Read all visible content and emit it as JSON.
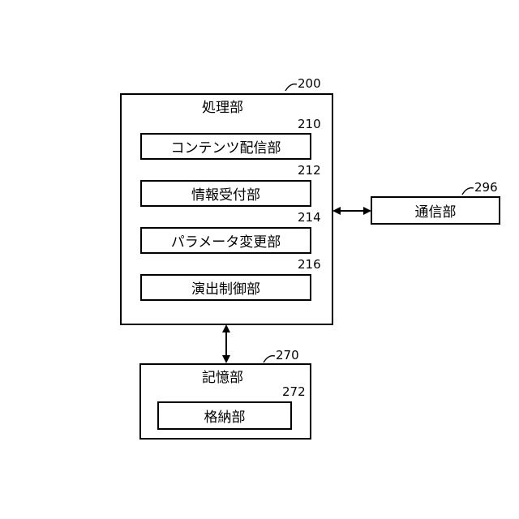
{
  "processing": {
    "title": "処理部",
    "ref": "200",
    "units": [
      {
        "label": "コンテンツ配信部",
        "ref": "210"
      },
      {
        "label": "情報受付部",
        "ref": "212"
      },
      {
        "label": "パラメータ変更部",
        "ref": "214"
      },
      {
        "label": "演出制御部",
        "ref": "216"
      }
    ]
  },
  "communication": {
    "label": "通信部",
    "ref": "296"
  },
  "storage": {
    "title": "記憶部",
    "ref": "270",
    "unit": {
      "label": "格納部",
      "ref": "272"
    }
  }
}
